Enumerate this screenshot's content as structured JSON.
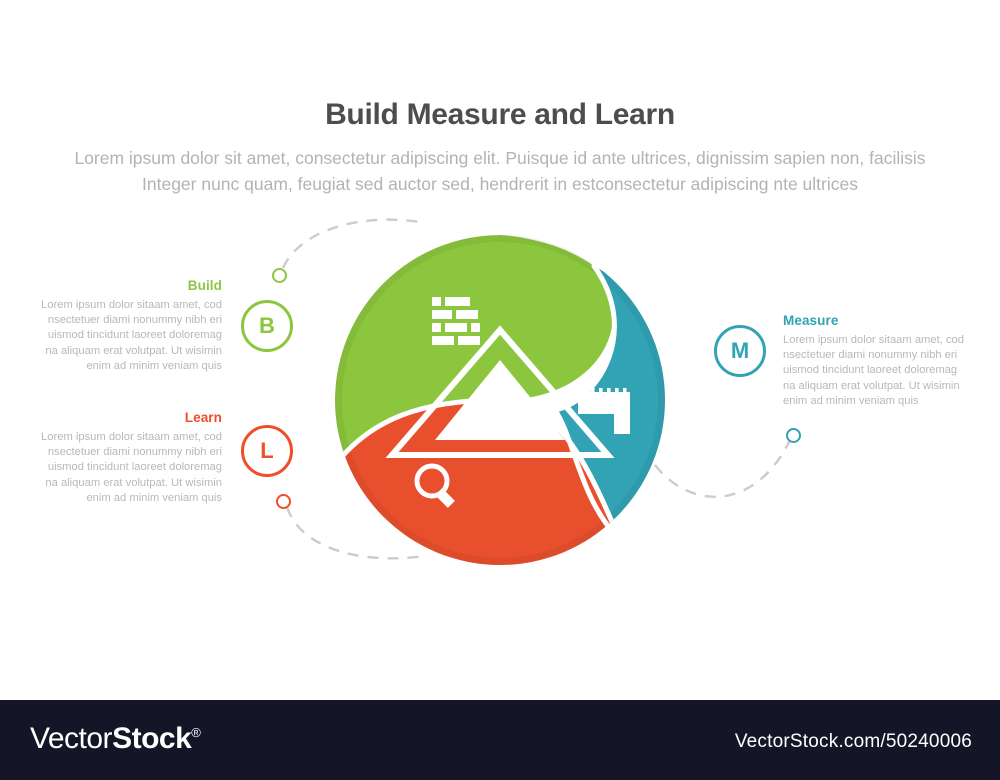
{
  "header": {
    "title": "Build Measure and Learn",
    "subtitle": "Lorem ipsum dolor sit amet, consectetur adipiscing elit. Puisque id ante ultrices, dignissim sapien non, facilisis Integer nunc quam, feugiat sed auctor sed, hendrerit in estconsectetur adipiscing nte ultrices"
  },
  "colors": {
    "build": "#8cc63e",
    "measure": "#31a3b5",
    "learn": "#f04d28",
    "title": "#4d4d4d",
    "body": "#b8b8b8",
    "footer_bg": "#141527",
    "dashed": "#cccccc"
  },
  "sections": [
    {
      "key": "build",
      "title": "Build",
      "letter": "B",
      "body": "Lorem ipsum dolor sitaam amet, cod nsectetuer diami nonummy  nibh eri uismod tincidunt laoreet doloremag na aliquam erat volutpat. Ut wisimin enim ad minim veniam quis",
      "icon": "brick-wall-icon",
      "color": "#8cc63e"
    },
    {
      "key": "measure",
      "title": "Measure",
      "letter": "M",
      "body": "Lorem ipsum dolor sitaam amet, cod nsectetuer diami nonummy  nibh eri uismod tincidunt laoreet doloremag na aliquam erat volutpat. Ut wisimin enim ad minim veniam quis",
      "icon": "set-square-ruler-icon",
      "color": "#31a3b5"
    },
    {
      "key": "learn",
      "title": "Learn",
      "letter": "L",
      "body": "Lorem ipsum dolor sitaam amet, cod nsectetuer diami nonummy  nibh eri uismod tincidunt laoreet doloremag na aliquam erat volutpat. Ut wisimin enim ad minim veniam quis",
      "icon": "magnifier-icon",
      "color": "#f04d28"
    }
  ],
  "footer": {
    "logo_thin": "Vector",
    "logo_bold": "Stock",
    "logo_mark": "®",
    "url": "VectorStock.com/50240006"
  }
}
